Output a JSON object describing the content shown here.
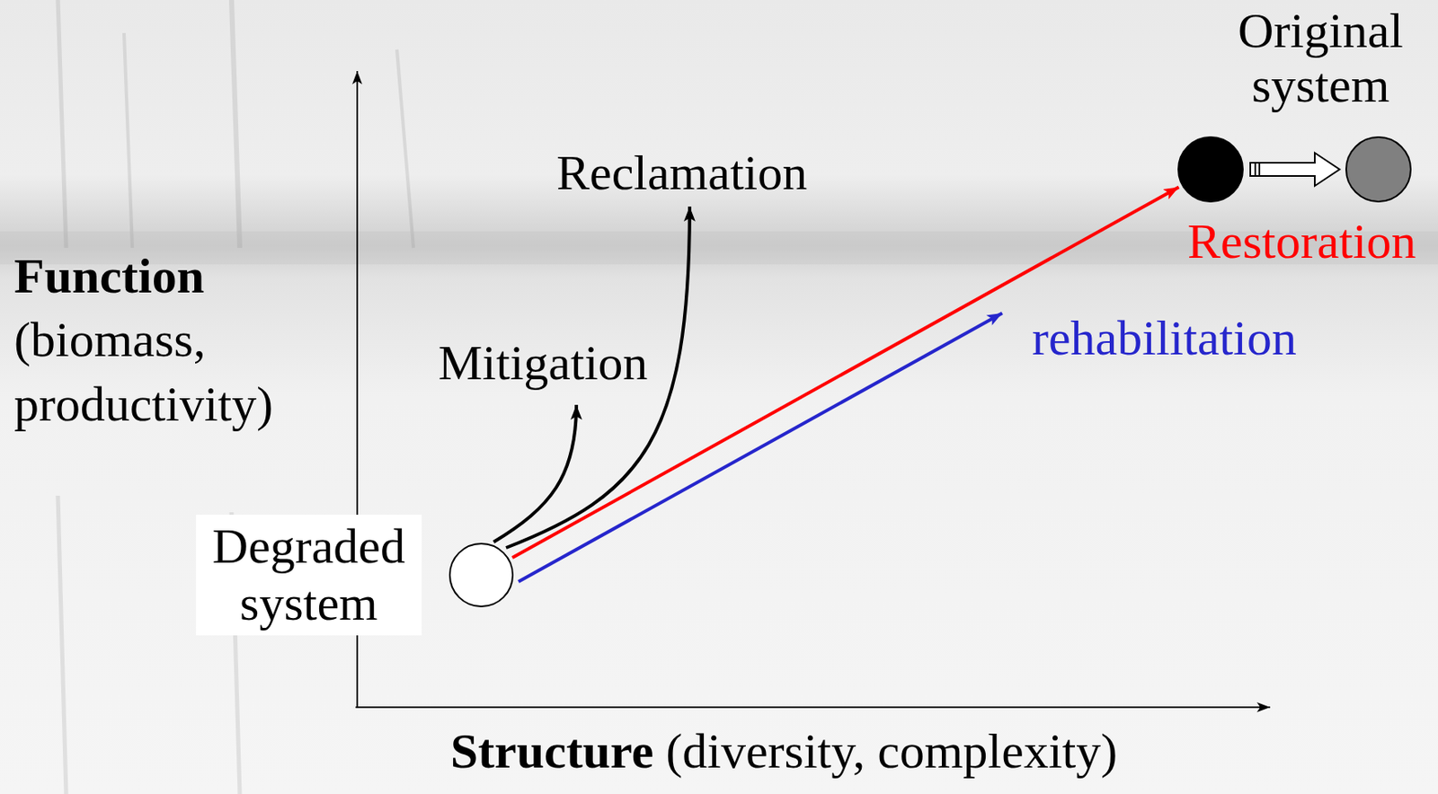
{
  "diagram": {
    "nodes": [
      {
        "text": [
          "Degraded system"
        ]
      },
      {
        "text": [
          "Original system"
        ]
      }
    ],
    "edges": [
      {
        "from": 0,
        "to": 1,
        "arrow": "to",
        "label": "Restoration"
      }
    ],
    "labels": [
      "Function",
      "(biomass, productivity)",
      "Reclamation",
      "Mitigation",
      "rehabilitation",
      "Structure",
      "(diversity, complexity)"
    ]
  }
}
